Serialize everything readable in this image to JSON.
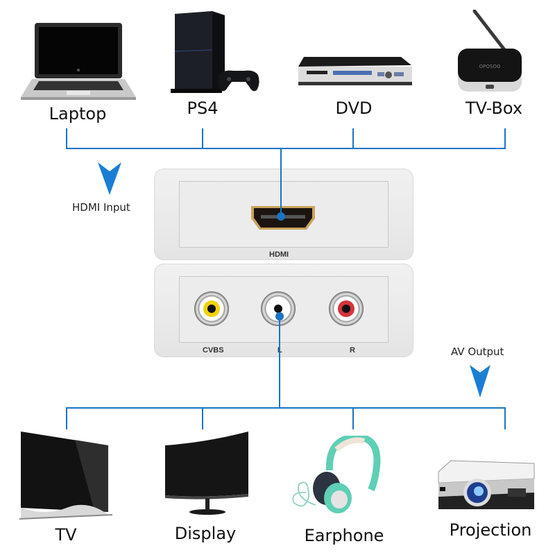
{
  "inputs": {
    "section_label": "HDMI Input",
    "devices": [
      {
        "label": "Laptop",
        "icon": "laptop-icon"
      },
      {
        "label": "PS4",
        "icon": "game-console-icon"
      },
      {
        "label": "DVD",
        "icon": "dvd-player-icon"
      },
      {
        "label": "TV-Box",
        "icon": "tv-box-icon"
      }
    ]
  },
  "converter": {
    "hdmi_port_label": "HDMI",
    "av_ports": [
      {
        "label": "CVBS",
        "color": "#f2d20c"
      },
      {
        "label": "L",
        "color": "#ffffff"
      },
      {
        "label": "R",
        "color": "#d8333a"
      }
    ]
  },
  "outputs": {
    "section_label": "AV Output",
    "devices": [
      {
        "label": "TV",
        "icon": "tv-icon"
      },
      {
        "label": "Display",
        "icon": "monitor-icon"
      },
      {
        "label": "Earphone",
        "icon": "headphones-icon"
      },
      {
        "label": "Projection",
        "icon": "projector-icon"
      }
    ]
  },
  "colors": {
    "connector_line": "#1a73c6",
    "arrow": "#1a7fd4"
  }
}
